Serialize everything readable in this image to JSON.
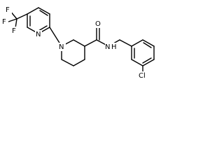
{
  "molecule": {
    "labels": {
      "F1": "F",
      "F2": "F",
      "F3": "F",
      "N_pyridine": "N",
      "N_piperidine": "N",
      "O": "O",
      "NH": "N",
      "H": "H",
      "Cl": "Cl"
    }
  }
}
